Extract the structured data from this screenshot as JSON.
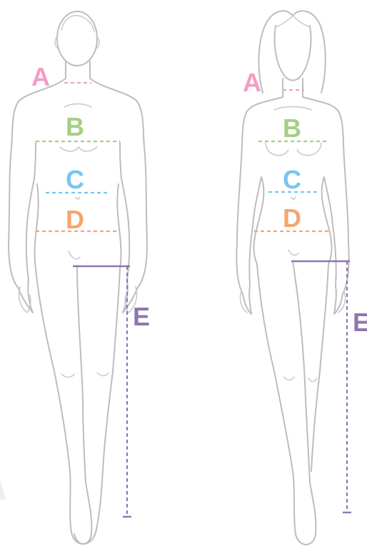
{
  "labels": {
    "a": "A",
    "b": "B",
    "c": "C",
    "d": "D",
    "e": "E"
  },
  "colors": {
    "a": "#f19ec6",
    "b": "#a5cf83",
    "c": "#75c7ee",
    "d": "#f4a66e",
    "e": "#8f76b1",
    "outline": "#bdbdbd"
  },
  "figures": [
    {
      "id": "male",
      "measurements": [
        "A",
        "B",
        "C",
        "D",
        "E"
      ]
    },
    {
      "id": "female",
      "measurements": [
        "A",
        "B",
        "C",
        "D",
        "E"
      ]
    }
  ]
}
